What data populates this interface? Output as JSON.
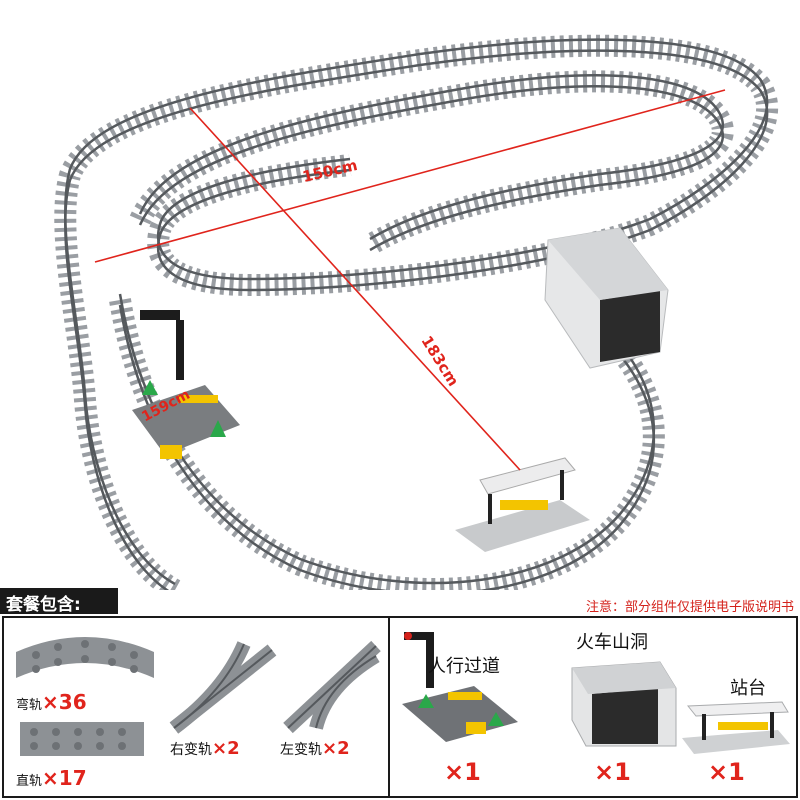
{
  "layout": {
    "dim_width": "150cm",
    "dim_diag": "183cm",
    "dim_short": "159cm"
  },
  "package": {
    "title": "套餐包含:",
    "notice": "注意：部分组件仅提供电子版说明书"
  },
  "items": {
    "curve": {
      "label": "弯轨",
      "qty": "×36"
    },
    "straight": {
      "label": "直轨",
      "qty": "×17"
    },
    "switch_right": {
      "label": "右变轨",
      "qty": "×2"
    },
    "switch_left": {
      "label": "左变轨",
      "qty": "×2"
    },
    "crossing": {
      "label": "人行过道",
      "qty": "×1"
    },
    "tunnel": {
      "label": "火车山洞",
      "qty": "×1"
    },
    "platform": {
      "label": "站台",
      "qty": "×1"
    }
  },
  "colors": {
    "dimension_line": "#e0241c",
    "track": "#6f7377",
    "sleeper": "#9a9ea3",
    "quantity": "#e0241c"
  }
}
